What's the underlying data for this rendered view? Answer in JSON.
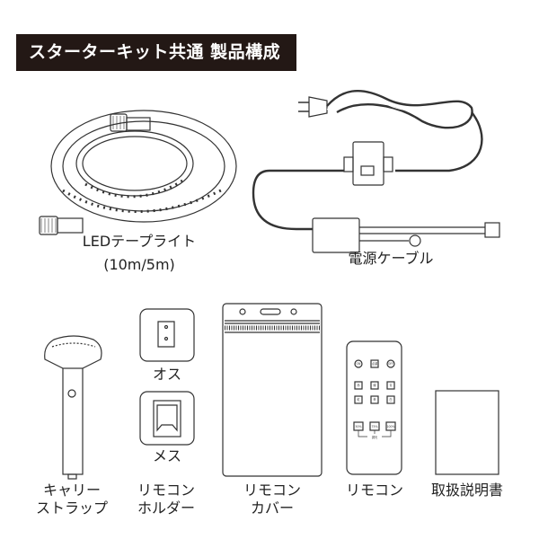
{
  "title": "スターターキット共通 製品構成",
  "items": {
    "led_tape": {
      "name": "LEDテープライト",
      "sub": "(10m/5m)"
    },
    "power_cable": {
      "name": "電源ケーブル"
    },
    "carry_strap": {
      "line1": "キャリー",
      "line2": "ストラップ"
    },
    "remote_holder": {
      "line1": "リモコン",
      "line2": "ホルダー",
      "male": "オス",
      "female": "メス"
    },
    "remote_cover": {
      "line1": "リモコン",
      "line2": "カバー"
    },
    "remote": {
      "name": "リモコン",
      "buttons": [
        "ON",
        "点滅",
        "OFF",
        "赤",
        "緑",
        "青",
        "虹",
        "黄",
        "白",
        "50%",
        "75%",
        "100%"
      ],
      "dimmer_label": "調光"
    },
    "manual": {
      "name": "取扱説明書"
    }
  }
}
